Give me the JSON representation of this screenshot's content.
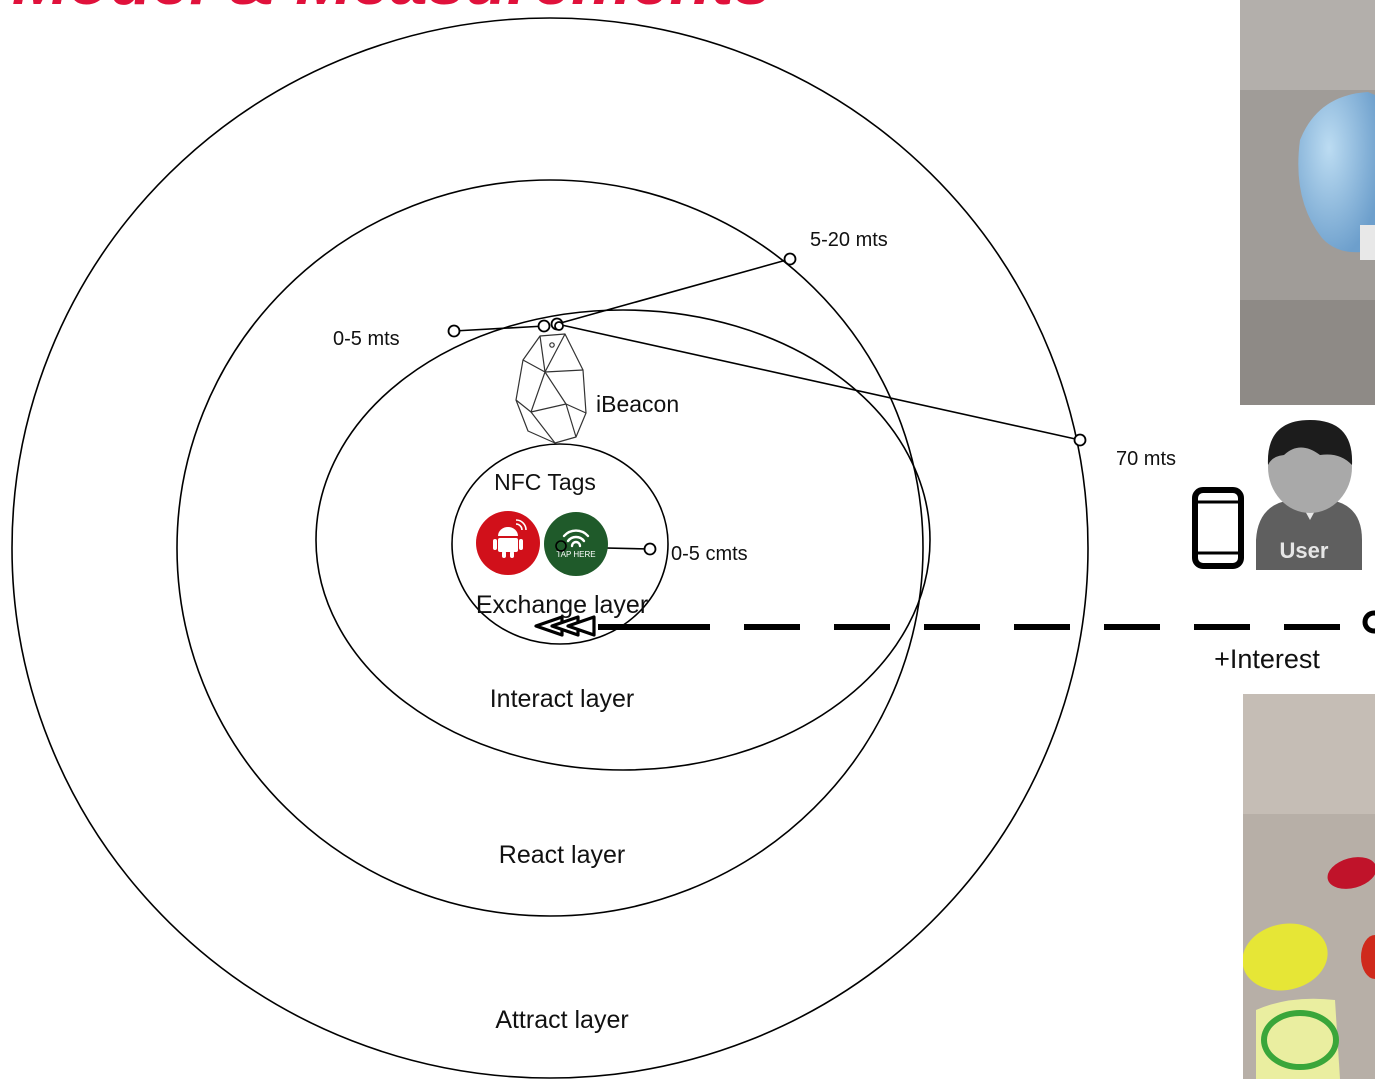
{
  "title": "Model & Measurements",
  "colors": {
    "title": "#e0113b",
    "ink": "#000000",
    "nfc_red": "#d1101a",
    "nfc_green": "#1f5a2a"
  },
  "layers": {
    "exchange": "Exchange layer",
    "interact": "Interact layer",
    "react": "React layer",
    "attract": "Attract layer"
  },
  "devices": {
    "ibeacon": "iBeacon",
    "nfc_tags": "NFC Tags",
    "nfc_tap_text": "TAP HERE"
  },
  "distances": {
    "ibeacon_near": "0-5 mts",
    "ibeacon_mid": "5-20 mts",
    "ibeacon_far": "70 mts",
    "nfc": "0-5 cmts"
  },
  "user": {
    "label": "User",
    "interest": "+Interest",
    "phone_icon": "smartphone-icon",
    "avatar_icon": "user-avatar-icon"
  },
  "photos": {
    "beacon_photo": "beacon-photo",
    "nfc_photo": "nfc-tags-photo"
  }
}
